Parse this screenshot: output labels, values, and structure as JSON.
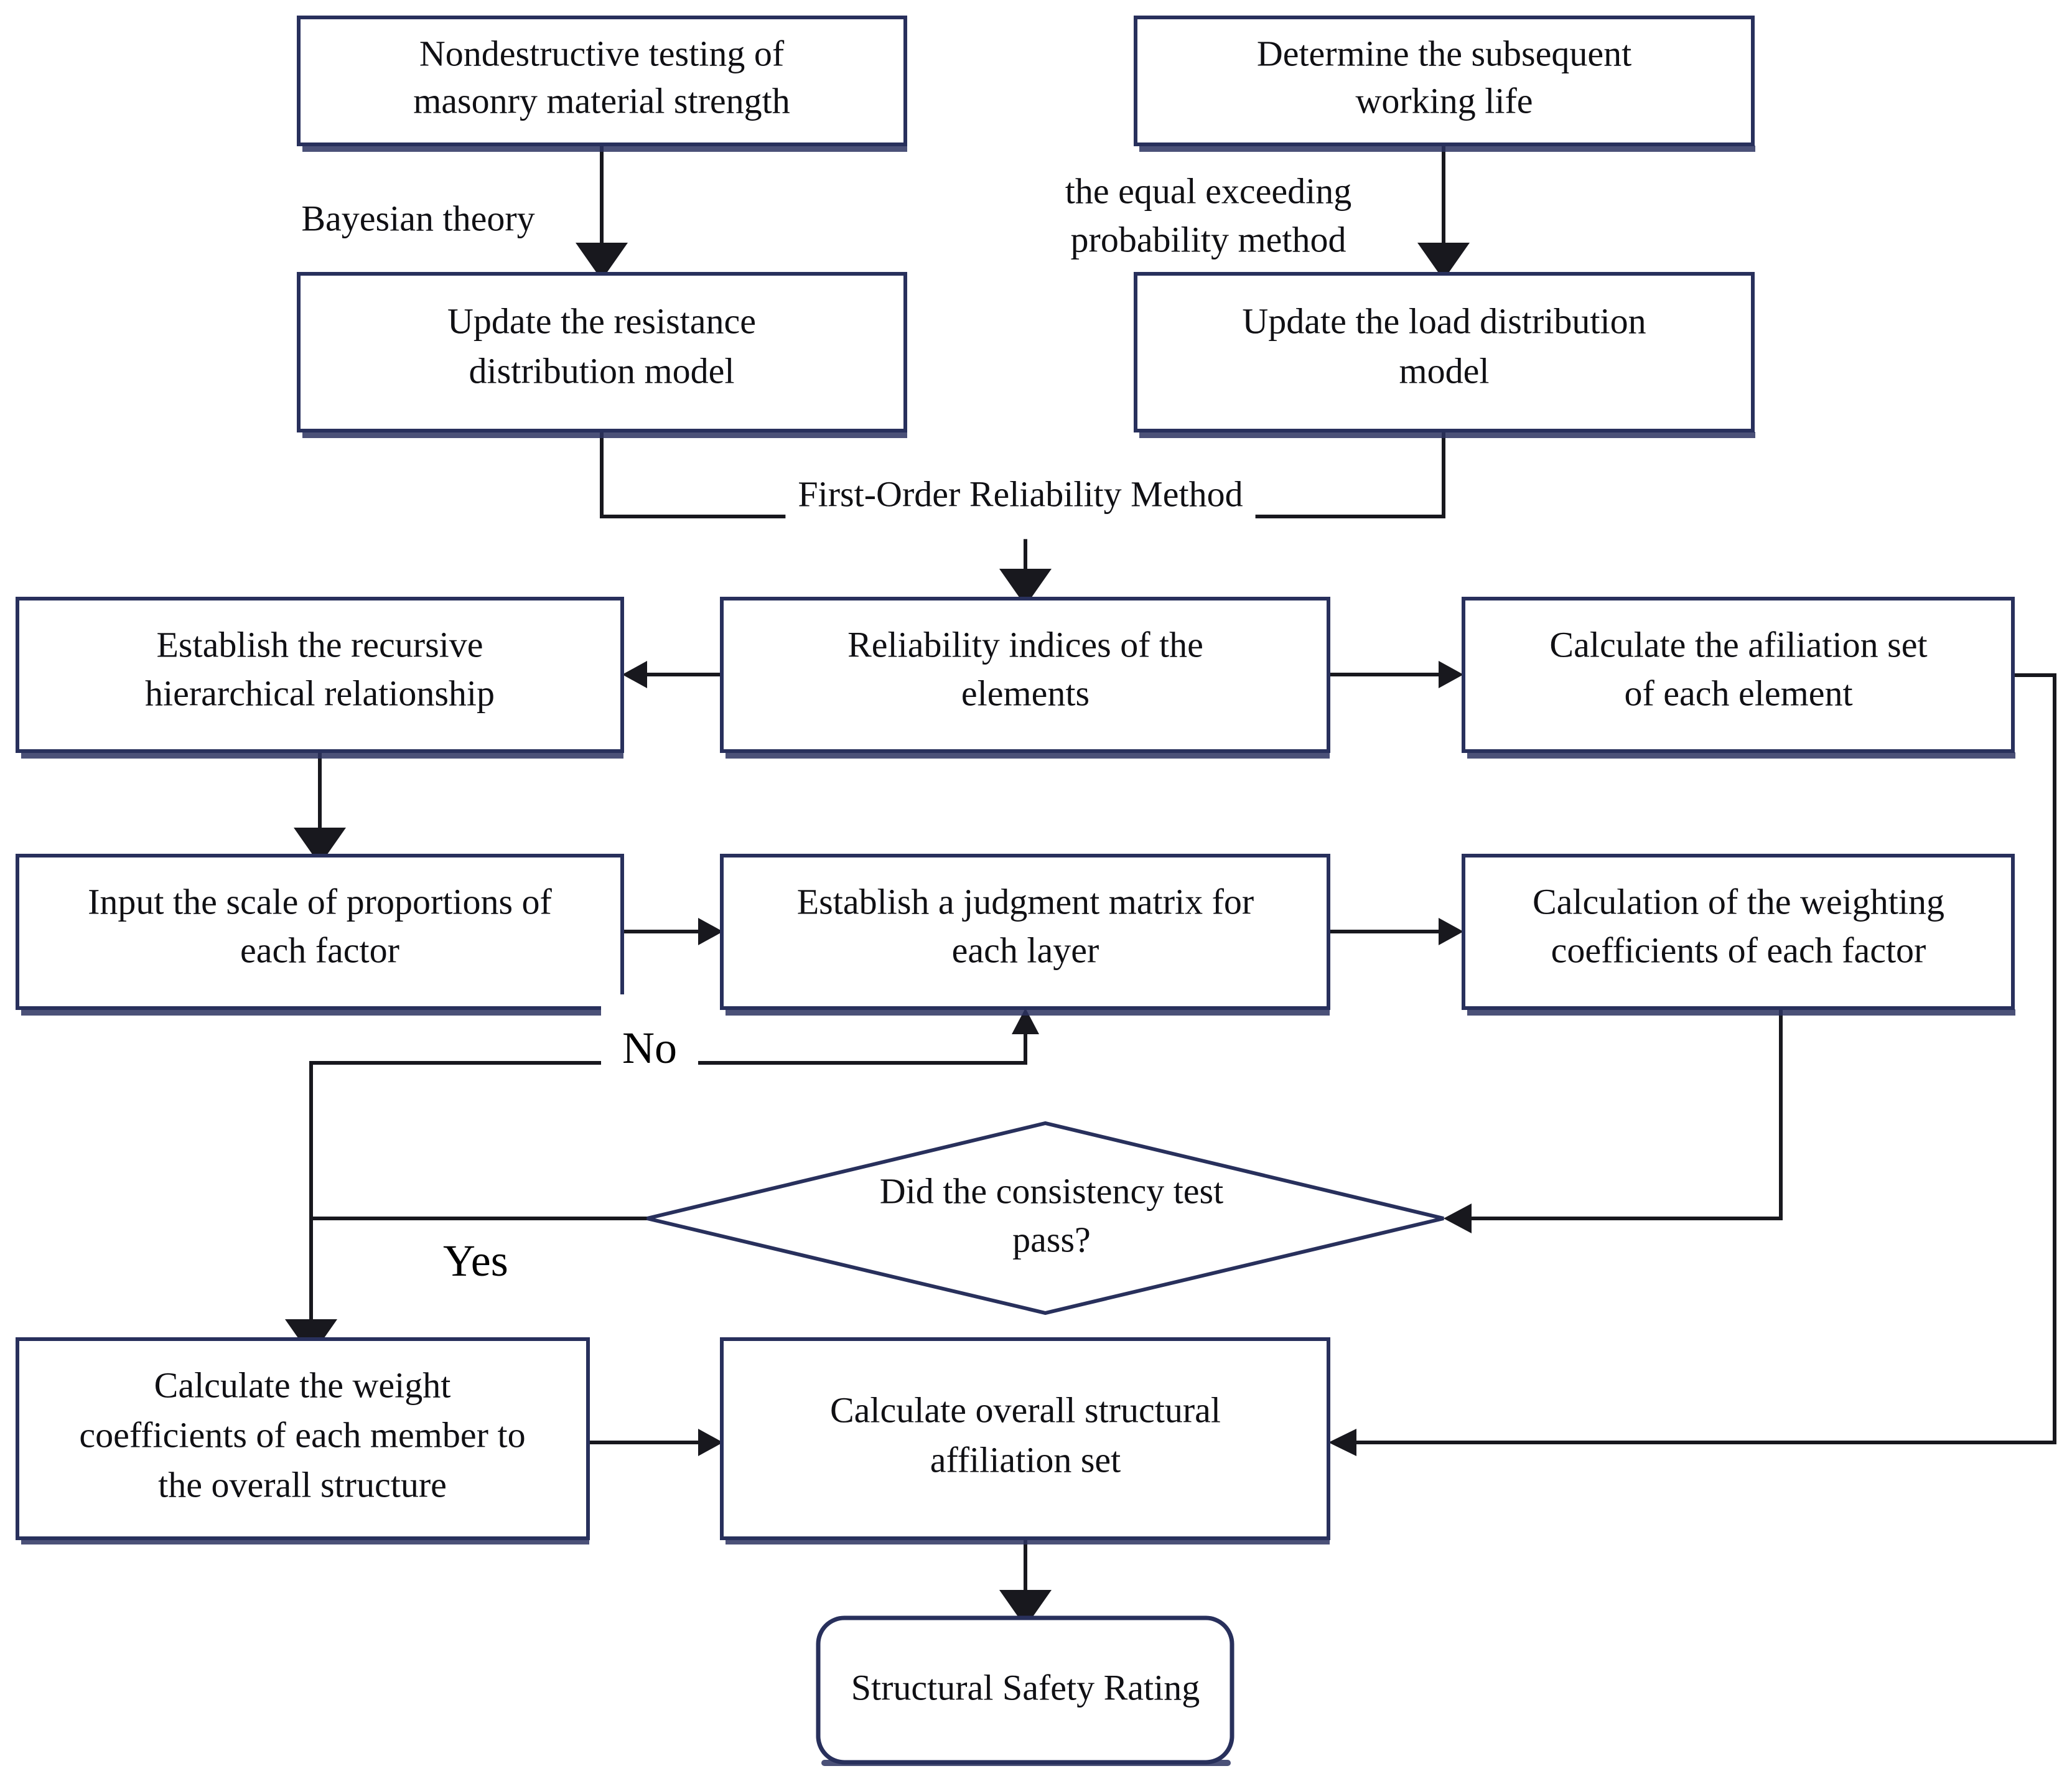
{
  "diagram": {
    "type": "flowchart",
    "title": "Masonry structure safety assessment flowchart",
    "accent_color": "#28305c",
    "line_color": "#18181e",
    "background": "#ffffff",
    "nodes": [
      {
        "id": "nondestructive-testing",
        "shape": "rect",
        "lines": [
          "Nondestructive testing of",
          "masonry material strength"
        ]
      },
      {
        "id": "determine-working-life",
        "shape": "rect",
        "lines": [
          "Determine the subsequent",
          "working life"
        ]
      },
      {
        "id": "update-resistance-model",
        "shape": "rect",
        "lines": [
          "Update the resistance",
          "distribution model"
        ]
      },
      {
        "id": "update-load-model",
        "shape": "rect",
        "lines": [
          "Update the  load distribution",
          "model"
        ]
      },
      {
        "id": "establish-recursive-hierarchy",
        "shape": "rect",
        "lines": [
          "Establish the recursive",
          "hierarchical relationship"
        ]
      },
      {
        "id": "reliability-indices",
        "shape": "rect",
        "lines": [
          "Reliability indices of the",
          "elements"
        ]
      },
      {
        "id": "calculate-afiliation-set",
        "shape": "rect",
        "lines": [
          "Calculate the afiliation set",
          "of each element"
        ]
      },
      {
        "id": "input-scale-proportions",
        "shape": "rect",
        "lines": [
          "Input the scale of proportions of",
          "each factor"
        ]
      },
      {
        "id": "establish-judgment-matrix",
        "shape": "rect",
        "lines": [
          "Establish a judgment matrix for",
          "each layer"
        ]
      },
      {
        "id": "calculation-weighting-coefficients",
        "shape": "rect",
        "lines": [
          "Calculation of the weighting",
          "coefficients of each factor"
        ]
      },
      {
        "id": "consistency-test",
        "shape": "diamond",
        "lines": [
          "Did the consistency test",
          "pass?"
        ]
      },
      {
        "id": "calculate-member-weight-coefficients",
        "shape": "rect",
        "lines": [
          "Calculate the weight",
          "coefficients of each member to",
          "the overall structure"
        ]
      },
      {
        "id": "calculate-overall-affiliation-set",
        "shape": "rect",
        "lines": [
          "Calculate overall structural",
          "affiliation set"
        ]
      },
      {
        "id": "structural-safety-rating",
        "shape": "rounded-rect",
        "lines": [
          "Structural Safety Rating"
        ]
      }
    ],
    "edge_labels": [
      {
        "id": "bayesian-theory",
        "text": "Bayesian theory"
      },
      {
        "id": "equal-exceeding-probability-line1",
        "text": "the equal exceeding"
      },
      {
        "id": "equal-exceeding-probability-line2",
        "text": "probability method"
      },
      {
        "id": "first-order-reliability-method",
        "text": "First-Order Reliability Method"
      },
      {
        "id": "decision-no",
        "text": "No"
      },
      {
        "id": "decision-yes",
        "text": "Yes"
      }
    ]
  }
}
